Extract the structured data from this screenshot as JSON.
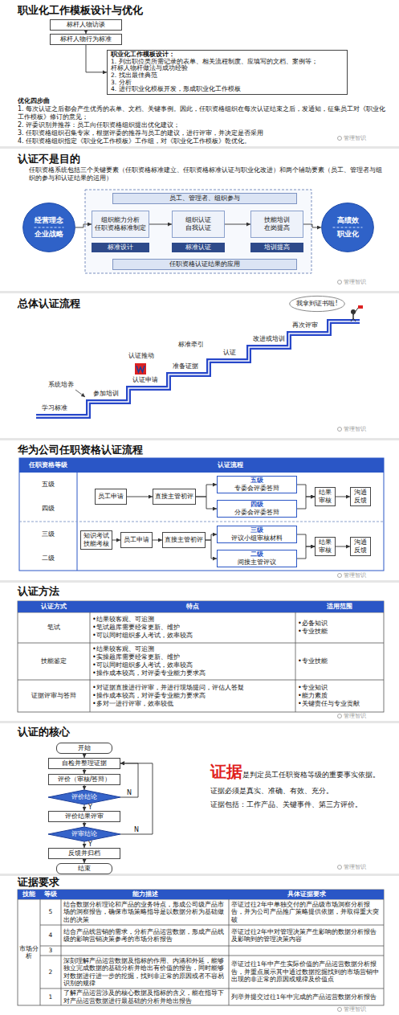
{
  "diagram": {
    "nodes": [
      {
        "text": [
          "标杆人物访谈"
        ]
      },
      {
        "text": [
          "标杆人物行为标准"
        ]
      },
      {
        "text": [
          "职业化工作模板设计：",
          "1. 列出职位类所需记录的表单、相关流程制度、应填写的文档、案例等；",
          "杆标人物杆做法与成功经验",
          "2. 找出最佳典范",
          "3. 分析",
          "4. 进行职业化模板开发，形成职业化工作模板"
        ]
      },
      {
        "text": [
          "经营理念",
          "企业战略"
        ]
      },
      {
        "text": [
          "员工、管理者、组织参与"
        ]
      },
      {
        "text": [
          "组织能力分析",
          "任职资格标准制定"
        ]
      },
      {
        "text": [
          "组织认证",
          "自我认证"
        ]
      },
      {
        "text": [
          "技能培训",
          "在岗提高"
        ]
      },
      {
        "text": [
          "高绩效",
          "职业化"
        ]
      },
      {
        "text": [
          "标准设计"
        ]
      },
      {
        "text": [
          "标准认证"
        ]
      },
      {
        "text": [
          "培训提高"
        ]
      },
      {
        "text": [
          "任职资格认证结果的应用"
        ]
      },
      {
        "text": [
          "我拿到证书啦!"
        ]
      },
      {
        "text": [
          "员工申请"
        ]
      },
      {
        "text": [
          "直接主管初评"
        ]
      },
      {
        "text": [
          "五级",
          "专委会评委答辩"
        ]
      },
      {
        "text": [
          "四级",
          "分委会评委答辩"
        ]
      },
      {
        "text": [
          "结果审核"
        ]
      },
      {
        "text": [
          "沟通反馈"
        ]
      },
      {
        "text": [
          "知识考试 技能考核"
        ]
      },
      {
        "text": [
          "员工申请"
        ]
      },
      {
        "text": [
          "直接主管初评"
        ]
      },
      {
        "text": [
          "三级",
          "评议小组审核材料"
        ]
      },
      {
        "text": [
          "二级",
          "间接主管评议"
        ]
      },
      {
        "text": [
          "结果审核"
        ]
      },
      {
        "text": [
          "沟通反馈"
        ]
      },
      {
        "text": [
          "开始"
        ]
      },
      {
        "text": [
          "自检并整理证据"
        ]
      },
      {
        "text": [
          "评价（审核/答辩）"
        ]
      },
      {
        "text": [
          "评价结论"
        ]
      },
      {
        "text": [
          "评价结果评审"
        ]
      },
      {
        "text": [
          "评审结论"
        ]
      },
      {
        "text": [
          "反馈并归档"
        ]
      },
      {
        "text": [
          "结束"
        ]
      }
    ],
    "edges": [
      {
        "from": 0,
        "to": 1,
        "arrow": "to"
      },
      {
        "from": 1,
        "to": 2,
        "arrow": "to"
      },
      {
        "from": 3,
        "to": 5,
        "arrow": "to"
      },
      {
        "from": 5,
        "to": 6,
        "arrow": "to"
      },
      {
        "from": 6,
        "to": 7,
        "arrow": "to"
      },
      {
        "from": 7,
        "to": 8,
        "arrow": "to"
      },
      {
        "from": 14,
        "to": 15,
        "arrow": "to"
      },
      {
        "from": 15,
        "to": 16,
        "arrow": "to"
      },
      {
        "from": 15,
        "to": 17,
        "arrow": "to"
      },
      {
        "from": 16,
        "to": 18,
        "arrow": "to"
      },
      {
        "from": 17,
        "to": 18,
        "arrow": "to"
      },
      {
        "from": 18,
        "to": 19,
        "arrow": "to"
      },
      {
        "from": 20,
        "to": 21,
        "arrow": "to"
      },
      {
        "from": 21,
        "to": 22,
        "arrow": "to"
      },
      {
        "from": 22,
        "to": 23,
        "arrow": "to"
      },
      {
        "from": 22,
        "to": 24,
        "arrow": "to"
      },
      {
        "from": 23,
        "to": 25,
        "arrow": "to"
      },
      {
        "from": 24,
        "to": 25,
        "arrow": "to"
      },
      {
        "from": 25,
        "to": 26,
        "arrow": "to"
      },
      {
        "from": 27,
        "to": 28,
        "arrow": "to"
      },
      {
        "from": 28,
        "to": 29,
        "arrow": "to"
      },
      {
        "from": 29,
        "to": 30,
        "arrow": "to"
      },
      {
        "from": 30,
        "to": 31,
        "label": "Y",
        "arrow": "to"
      },
      {
        "from": 30,
        "to": 28,
        "label": "N",
        "arrow": "to"
      },
      {
        "from": 31,
        "to": 32,
        "arrow": "to"
      },
      {
        "from": 32,
        "to": 33,
        "label": "Y",
        "arrow": "to"
      },
      {
        "from": 32,
        "to": 28,
        "label": "N",
        "arrow": "to"
      },
      {
        "from": 33,
        "to": 34,
        "arrow": "to"
      }
    ],
    "labels": [
      "职业化工作模板设计与优化",
      "优化四步曲",
      "1. 每次认证之后都会产生优秀的表单、文档、关键事例。因此，任职资格组织在每次认证结束之后，发通知，征集员工对《职业化工作模板》修订的意见；",
      "2. 评委识别并推荐：员工向任职资格组织提出优化建议；",
      "3. 任职资格组织召集专家，根据评委的推荐与员工的建议，进行评审，并决定是否采用",
      "4. 任职资格组织指定《职业化工作模板》工作组，对《职业化工作模板》乾优化。",
      "管理智识",
      "认证不是目的",
      "任职资格系统包括三个关键要素（任职资格标准建立、任职资格标准认证与职业化改进）和两个辅助要素（员工、管理者与组织的参与和认证结果的运用）",
      "管理智识",
      "总体认证流程",
      "学习标准",
      "系统培养",
      "参加培训",
      "认证申请",
      "认证推动",
      "准备证据",
      "标准牵引",
      "认证",
      "改进或培训",
      "再次评审",
      "管理智识",
      "华为公司任职资格认证流程",
      "任职资格等级",
      "认证流程",
      "五级",
      "四级",
      "三级",
      "二级",
      "管理智识",
      "认证方法",
      "认证方式",
      "特点",
      "适用范围",
      "笔试",
      "•结果较客观、可追溯",
      "•笔试题库需要经常更新、维护",
      "•可以同时组织多人考试，效率较高",
      "•必备知识",
      "•专业技能",
      "技能鉴定",
      "•结果较客观、可追溯",
      "•实操题库需要经常更新、维护",
      "•可以同时组织多人考试，效率较高",
      "•操作成本较高，对评委专业能力要求高",
      "•专业技能",
      "证据评审与答辩",
      "•对证据直接进行评审，并进行现场提问，评估人答疑",
      "•操作成本较高，对评委专业能力要求高",
      "•多对一进行评审，效率较低",
      "•专业知识",
      "•能力素质",
      "•关键责任与专业贡献",
      "管理智识",
      "认证的核心",
      "证据",
      "是判定员工任职资格等级的重要事实依据。",
      "证据必须是真实、准确、有效、充分。",
      "证据包括：工作产品、关键事件、第三方评价。",
      "管理智识",
      "证据要求",
      "技能",
      "等级",
      "能力描述",
      "具体证据要求",
      "市场分析",
      "5",
      "结合数据分析理论和产品的业务特点，形成公司级产品市场的洞察报告，确保市场策略指导是以数据分析为基础做出的决策",
      "举证过往2年中单独交付的产品级市场洞察分析报告，并为公司产品推广策略提供依据，并取得重大突破",
      "4",
      "结合产品线营销的需求，分析产品运营数据，形成产品线级的影响营销决策参考的市场分析报告",
      "举证过往2年中对管理决策产生影响的数据分析报告及影响到的管理决策内容",
      "3",
      "2",
      "深刻理解产品运营数据及指标的作用、内涵和外延，能够独立完成数据的基础分析并给出有价值的报告，同时能够对数据进行进一步的挖掘，找到非正常的原因或者不容易识别的规律",
      "举证过往1年中产生实际价值的产品运营数据分析报告，并重点展示其中通过数据挖掘找到的市场营销中出现的非正常的原因或规律及价值点",
      "1",
      "了解产品运营涉及的核心数据及指标的含义，能在指导下对产品运营数据进行最基础的分析并给出报告",
      "列举并提交过往1年中完成的产品运营数据分析报告",
      "管理智识"
    ]
  }
}
